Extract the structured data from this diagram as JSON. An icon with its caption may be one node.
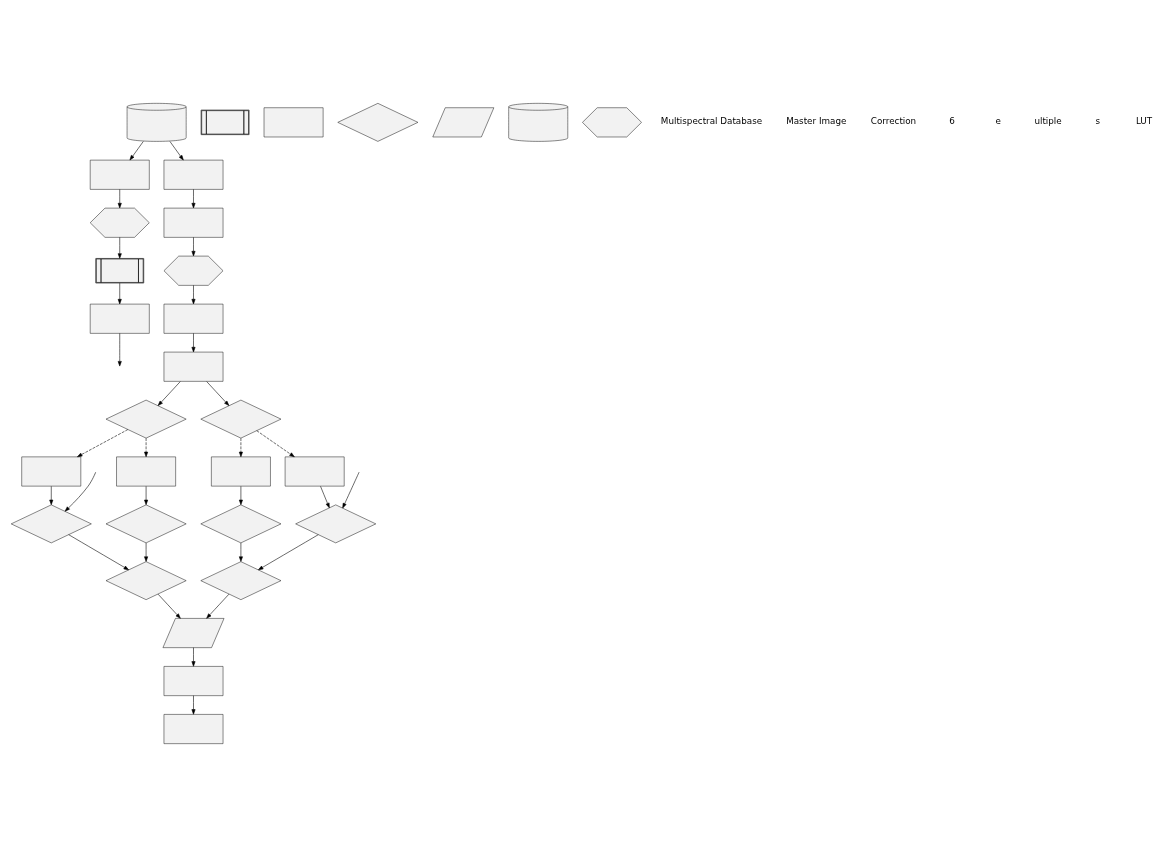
{
  "diagram": {
    "nodes": [
      {
        "text": [],
        "shape": "cylinder"
      },
      {
        "text": [],
        "shape": "box"
      },
      {
        "text": [],
        "shape": "box"
      },
      {
        "text": [],
        "shape": "parallelogram"
      },
      {
        "text": [],
        "shape": "box"
      },
      {
        "text": [],
        "shape": "hexagon"
      },
      {
        "text": [],
        "shape": "diamond"
      },
      {
        "text": [],
        "shape": "diamond"
      },
      {
        "text": [],
        "shape": "box"
      },
      {
        "text": [],
        "shape": "subroutine"
      },
      {
        "text": [],
        "shape": "diamond"
      },
      {
        "text": [],
        "shape": "diamond"
      },
      {
        "text": [],
        "shape": "diamond"
      },
      {
        "text": [],
        "shape": "diamond"
      },
      {
        "text": [],
        "shape": "box"
      },
      {
        "text": [],
        "shape": "box"
      },
      {
        "text": [],
        "shape": "box"
      },
      {
        "text": [],
        "shape": "box"
      },
      {
        "text": [],
        "shape": "box"
      },
      {
        "text": [],
        "shape": "box"
      },
      {
        "text": [],
        "shape": "hexagon"
      },
      {
        "text": [],
        "shape": "box"
      },
      {
        "text": [],
        "shape": "diamond"
      },
      {
        "text": [],
        "shape": "box"
      },
      {
        "text": [],
        "shape": "diamond"
      },
      {
        "text": [],
        "shape": "subroutine"
      },
      {
        "text": [],
        "shape": "box"
      },
      {
        "text": [],
        "shape": "diamond"
      },
      {
        "text": [],
        "shape": "parallelogram"
      },
      {
        "text": [],
        "shape": "cylinder"
      },
      {
        "text": [],
        "shape": "hexagon"
      }
    ],
    "edges": [
      {
        "from": 0,
        "to": 4,
        "arrow": "to"
      },
      {
        "from": 0,
        "to": 8,
        "arrow": "to"
      },
      {
        "from": 4,
        "to": 5,
        "arrow": "to"
      },
      {
        "from": 5,
        "to": 9,
        "arrow": "to"
      },
      {
        "from": 9,
        "to": 14,
        "arrow": "to"
      },
      {
        "from": 14,
        "to": null,
        "arrow": "to"
      },
      {
        "from": 8,
        "to": 15,
        "arrow": "to"
      },
      {
        "from": 15,
        "to": 20,
        "arrow": "to"
      },
      {
        "from": 20,
        "to": 21,
        "arrow": "to"
      },
      {
        "from": 21,
        "to": 23,
        "arrow": "to"
      },
      {
        "from": 23,
        "to": 22,
        "arrow": "to"
      },
      {
        "from": 23,
        "to": 24,
        "arrow": "to"
      },
      {
        "from": 22,
        "to": 16,
        "arrow": "to",
        "style": "dashed"
      },
      {
        "from": 22,
        "to": 17,
        "arrow": "to",
        "style": "dashed"
      },
      {
        "from": 24,
        "to": 18,
        "arrow": "to",
        "style": "dashed"
      },
      {
        "from": 24,
        "to": 19,
        "arrow": "to",
        "style": "dashed"
      },
      {
        "from": 16,
        "to": 10,
        "arrow": "to"
      },
      {
        "from": 17,
        "to": 11,
        "arrow": "to"
      },
      {
        "from": 18,
        "to": 12,
        "arrow": "to"
      },
      {
        "from": 19,
        "to": 13,
        "arrow": "to"
      },
      {
        "from": null,
        "to": 10,
        "arrow": "to"
      },
      {
        "from": null,
        "to": 13,
        "arrow": "to"
      },
      {
        "from": 10,
        "to": 6,
        "arrow": "to"
      },
      {
        "from": 11,
        "to": 6,
        "arrow": "to"
      },
      {
        "from": 12,
        "to": 7,
        "arrow": "to"
      },
      {
        "from": 13,
        "to": 7,
        "arrow": "to"
      },
      {
        "from": 6,
        "to": 3,
        "arrow": "to"
      },
      {
        "from": 7,
        "to": 3,
        "arrow": "to"
      },
      {
        "from": 3,
        "to": 1,
        "arrow": "to"
      },
      {
        "from": 1,
        "to": 2,
        "arrow": "to"
      }
    ],
    "labels": [
      "Multispectral Database",
      "Master Image",
      "Correction",
      "6",
      "e",
      "ultiple",
      "s",
      "LUT"
    ]
  }
}
